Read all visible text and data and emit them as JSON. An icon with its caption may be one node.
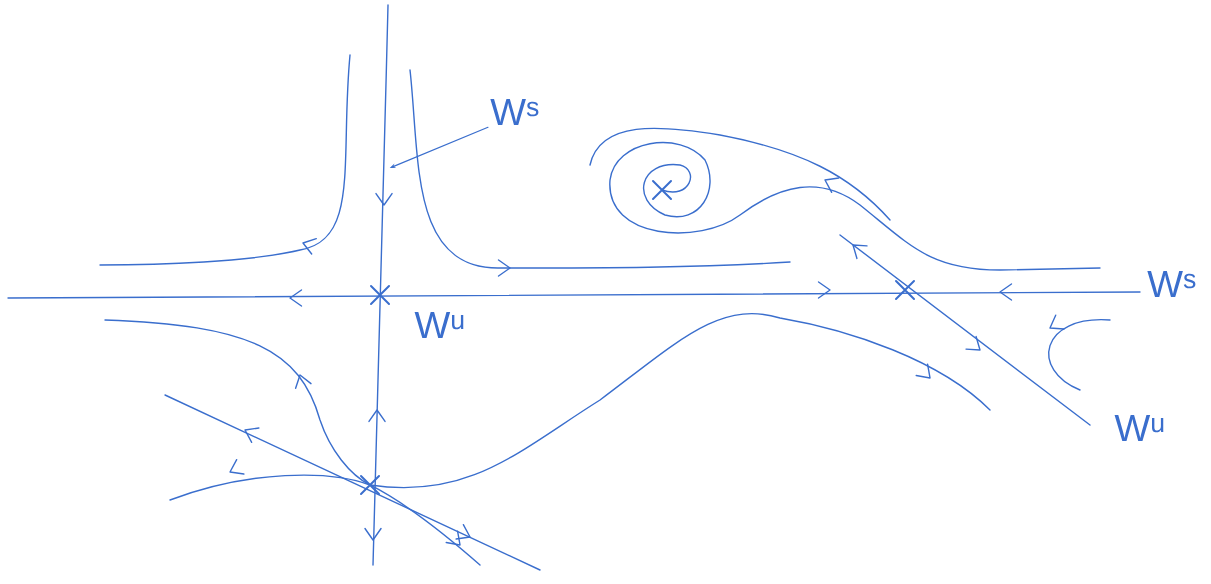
{
  "diagram": {
    "nodes": [
      {
        "text": [
          "W$^{s}$"
        ]
      },
      {
        "text": [],
        "shape": "line"
      }
    ],
    "edges": [
      {
        "from": 0,
        "to": 1,
        "arrow": "to"
      }
    ],
    "labels": [
      "W$^{u}$",
      "W$^{s}$",
      "W$^{u}$"
    ]
  }
}
